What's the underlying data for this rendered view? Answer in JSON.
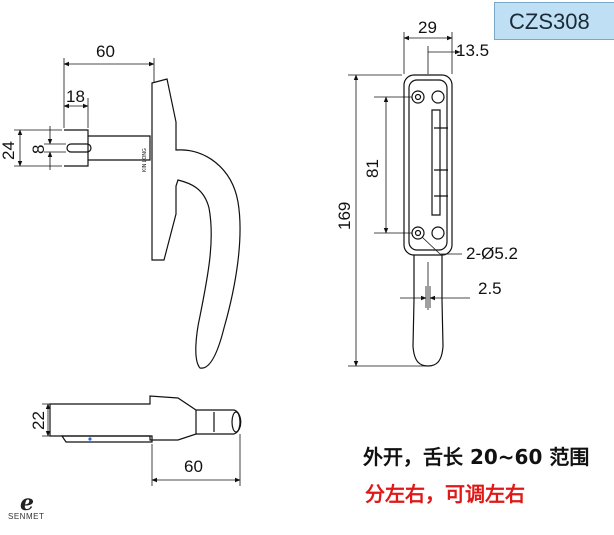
{
  "product_code": "CZS308",
  "side_view": {
    "dim_width_total": "60",
    "dim_tongue": "18",
    "dim_height": "24",
    "dim_slot": "8",
    "engraving": "KIN LONG"
  },
  "front_view": {
    "dim_base_width": "29",
    "dim_offset": "13.5",
    "dim_hole_spacing": "81",
    "dim_total_length": "169",
    "dim_holes": "2-Ø5.2",
    "dim_spindle": "2.5"
  },
  "bottom_view": {
    "dim_thickness": "22",
    "dim_length": "60"
  },
  "captions": {
    "line1": "外开，舌长 20~60 范围",
    "line2": "分左右，可调左右"
  },
  "logo": {
    "letter": "e",
    "text": "SENMET"
  },
  "colors": {
    "badge_bg": "#bfe0f4",
    "caption_red": "#e01818"
  }
}
